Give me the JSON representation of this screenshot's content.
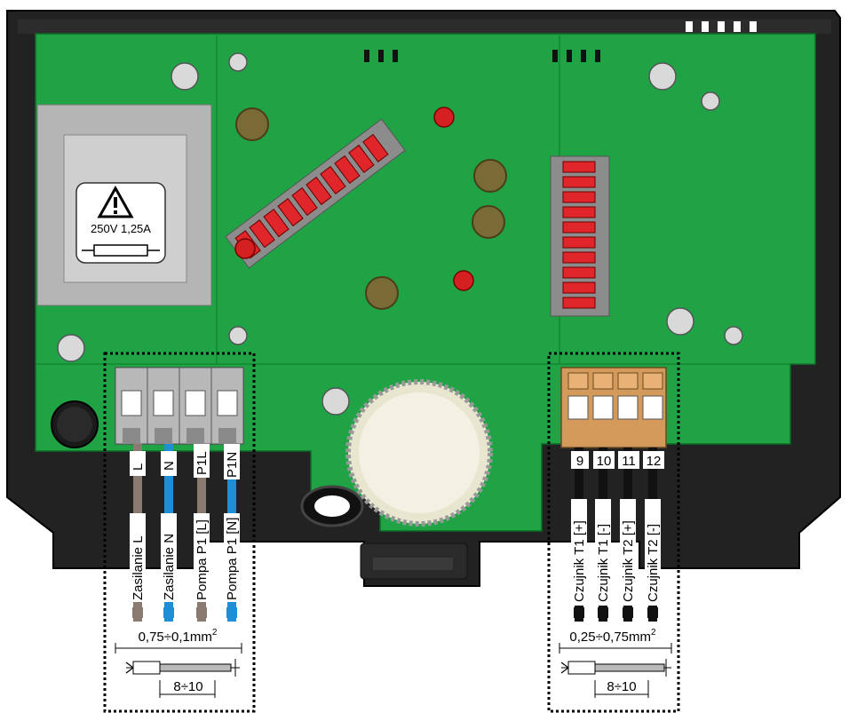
{
  "fuse": {
    "rating": "250V 1,25A",
    "warning_icon": "warning-triangle-icon",
    "fuse_icon": "fuse-symbol-icon"
  },
  "colors": {
    "pcb_green": "#1fa344",
    "housing_black": "#1e1e1e",
    "terminal_grey": "#a8a8a8",
    "terminal_orange": "#d49a5c",
    "wire_brown": "#8a7a70",
    "wire_blue": "#1e8fd6",
    "wire_black": "#111111",
    "led_red": "#e0262a"
  },
  "power_block": {
    "terminals": [
      "L",
      "N",
      "P1L",
      "P1N"
    ],
    "wires": [
      {
        "label": "Zasilanie L",
        "color": "brown"
      },
      {
        "label": "Zasilanie N",
        "color": "blue"
      },
      {
        "label": "Pompa P1 [L]",
        "color": "brown"
      },
      {
        "label": "Pompa P1 [N]",
        "color": "blue"
      }
    ],
    "cross_section": "0,75÷0,1mm",
    "cross_section_sup": "2",
    "strip_length": "8÷10"
  },
  "sensor_block": {
    "terminals": [
      "9",
      "10",
      "11",
      "12"
    ],
    "wires": [
      {
        "label": "Czujnik T1 [+]",
        "color": "black"
      },
      {
        "label": "Czujnik T1 [-]",
        "color": "black"
      },
      {
        "label": "Czujnik T2 [+]",
        "color": "black"
      },
      {
        "label": "Czujnik T2 [-]",
        "color": "black"
      }
    ],
    "cross_section": "0,25÷0,75mm",
    "cross_section_sup": "2",
    "strip_length": "8÷10"
  }
}
